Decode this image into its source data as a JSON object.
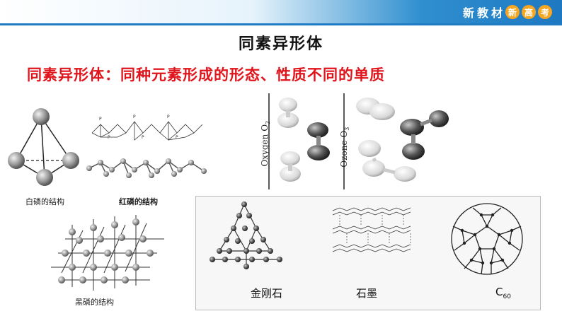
{
  "header": {
    "brand": [
      "新",
      "教",
      "材"
    ],
    "brand_circles": [
      "新",
      "高",
      "考"
    ]
  },
  "slide": {
    "title": "同素异形体",
    "definition": "同素异形体：同种元素形成的形态、性质不同的单质"
  },
  "figures": {
    "white_phosphorus": "白磷的结构",
    "red_phosphorus": "红磷的结构",
    "black_phosphorus": "黑磷的结构",
    "oxygen_label": "Oxygen",
    "oxygen_formula": "O",
    "oxygen_sub": "2",
    "ozone_label": "Ozone",
    "ozone_formula": "O",
    "ozone_sub": "3",
    "diamond": "金刚石",
    "graphite": "石墨",
    "c60": "C",
    "c60_sub": "60"
  },
  "colors": {
    "accent": "#1f7cc4",
    "definition": "#e0141b",
    "brand_circle": "#f5a623"
  }
}
